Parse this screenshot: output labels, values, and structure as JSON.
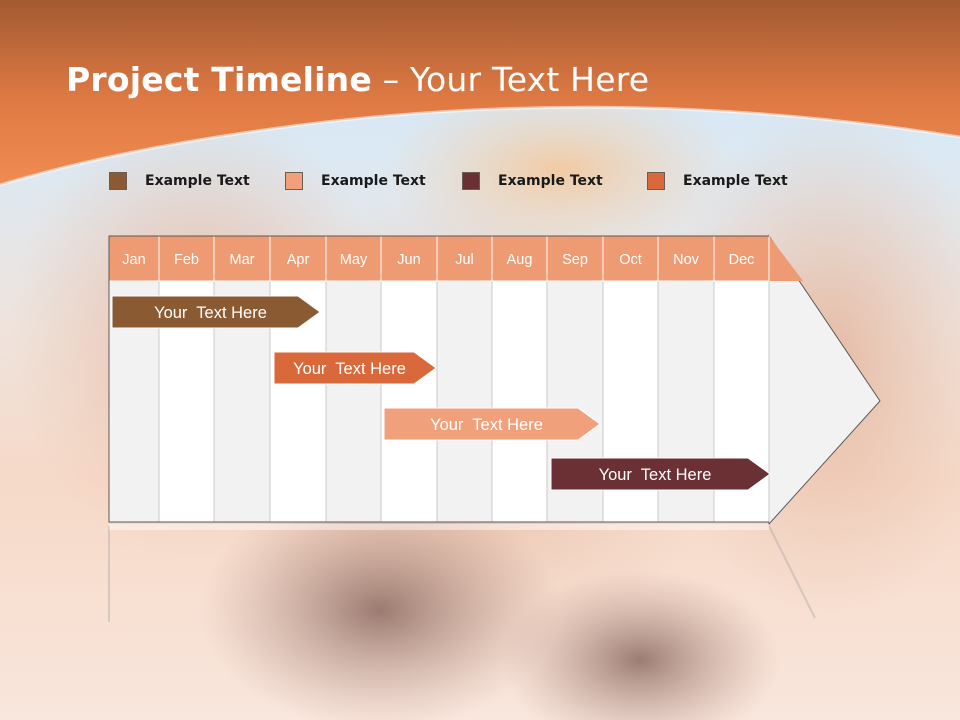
{
  "slide": {
    "title_bold": "Project Timeline",
    "title_rest": " – Your Text Here"
  },
  "legend": [
    {
      "label": "Example Text",
      "color": "#8a5a33"
    },
    {
      "label": "Example Text",
      "color": "#f0a07a"
    },
    {
      "label": "Example Text",
      "color": "#6a3034"
    },
    {
      "label": "Example Text",
      "color": "#d9693a"
    }
  ],
  "timeline": {
    "months": [
      "Jan",
      "Feb",
      "Mar",
      "Apr",
      "May",
      "Jun",
      "Jul",
      "Aug",
      "Sep",
      "Oct",
      "Nov",
      "Dec"
    ],
    "header_color": "#ee9a72",
    "tasks": [
      {
        "label": "Your  Text Here",
        "color": "#8a5a33",
        "start": "Jan",
        "end": "Apr"
      },
      {
        "label": "Your  Text Here",
        "color": "#d9693a",
        "start": "Apr",
        "end": "Jun"
      },
      {
        "label": "Your  Text Here",
        "color": "#f0a07a",
        "start": "Jun",
        "end": "Sep"
      },
      {
        "label": "Your  Text Here",
        "color": "#6a3034",
        "start": "Sep",
        "end": "Dec"
      }
    ]
  }
}
